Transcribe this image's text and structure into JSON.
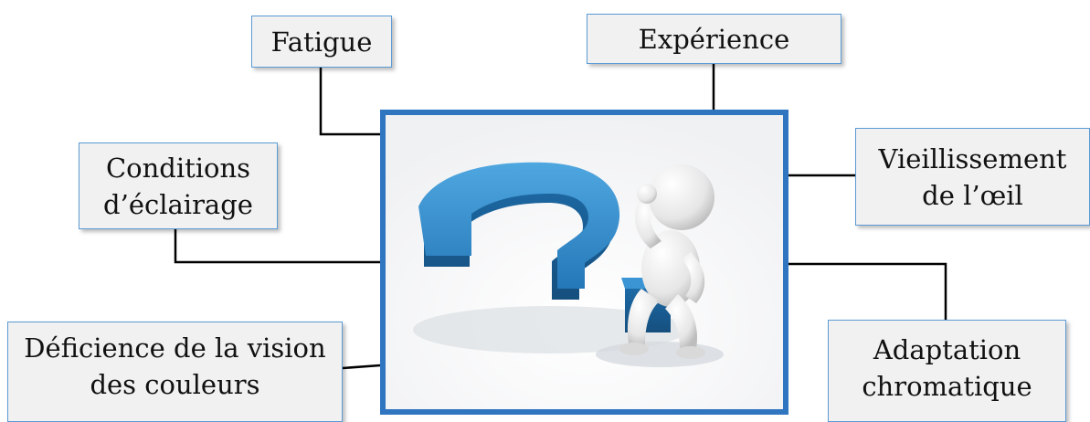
{
  "diagram": {
    "center_image": "question-mark-thinking-figure",
    "colors": {
      "frame": "#2f75c0",
      "box_border": "#5b9bd5",
      "box_fill": "#f1f1f1",
      "connector": "#000000",
      "question_mark": "#2a86c6"
    },
    "factors": {
      "fatigue": {
        "lines": [
          "Fatigue"
        ]
      },
      "experience": {
        "lines": [
          "Expérience"
        ]
      },
      "lighting": {
        "lines": [
          "Conditions",
          "d’éclairage"
        ]
      },
      "aging": {
        "lines": [
          "Vieillissement",
          "de l’œil"
        ]
      },
      "color_deficiency": {
        "lines": [
          "Déficience de la vision",
          "des couleurs"
        ]
      },
      "chromatic_adaptation": {
        "lines": [
          "Adaptation",
          "chromatique"
        ]
      }
    }
  }
}
